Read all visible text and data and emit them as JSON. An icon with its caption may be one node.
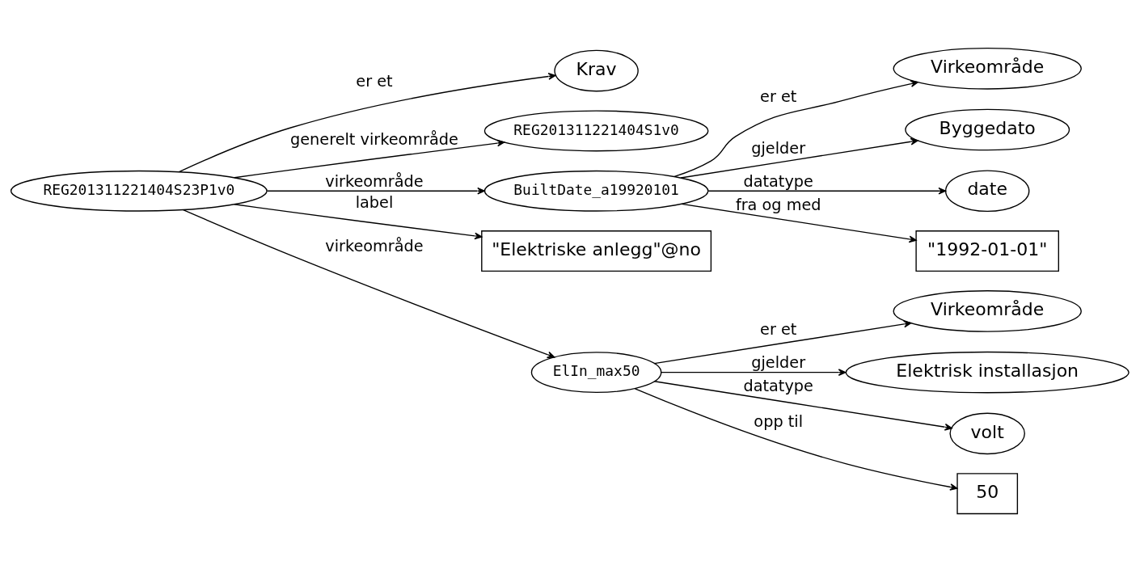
{
  "diagram": {
    "nodes": [
      {
        "text": [
          "REG201311221404S23P1v0"
        ]
      },
      {
        "text": [
          "Krav"
        ]
      },
      {
        "text": [
          "REG201311221404S1v0"
        ]
      },
      {
        "text": [
          "BuiltDate_a19920101"
        ]
      },
      {
        "text": [
          "\"Elektriske anlegg\"@no"
        ]
      },
      {
        "text": [
          "Virkeområde"
        ]
      },
      {
        "text": [
          "Byggedato"
        ]
      },
      {
        "text": [
          "date"
        ]
      },
      {
        "text": [
          "\"1992-01-01\""
        ]
      },
      {
        "text": [
          "ElIn_max50"
        ]
      },
      {
        "text": [
          "Virkeområde"
        ]
      },
      {
        "text": [
          "Elektrisk installasjon"
        ]
      },
      {
        "text": [
          "volt"
        ]
      },
      {
        "text": [
          "50"
        ]
      }
    ],
    "edges": [
      {
        "from": 0,
        "to": 1,
        "arrow": "to",
        "label": "er et"
      },
      {
        "from": 0,
        "to": 2,
        "arrow": "to",
        "label": "generelt virkeområde"
      },
      {
        "from": 0,
        "to": 3,
        "arrow": "to",
        "label": "virkeområde"
      },
      {
        "from": 0,
        "to": 4,
        "arrow": "to",
        "label": "label"
      },
      {
        "from": 0,
        "to": 9,
        "arrow": "to",
        "label": "virkeområde"
      },
      {
        "from": 3,
        "to": 5,
        "arrow": "to",
        "label": "er et"
      },
      {
        "from": 3,
        "to": 6,
        "arrow": "to",
        "label": "gjelder"
      },
      {
        "from": 3,
        "to": 7,
        "arrow": "to",
        "label": "datatype"
      },
      {
        "from": 3,
        "to": 8,
        "arrow": "to",
        "label": "fra og med"
      },
      {
        "from": 9,
        "to": 10,
        "arrow": "to",
        "label": "er et"
      },
      {
        "from": 9,
        "to": 11,
        "arrow": "to",
        "label": "gjelder"
      },
      {
        "from": 9,
        "to": 12,
        "arrow": "to",
        "label": "datatype"
      },
      {
        "from": 9,
        "to": 13,
        "arrow": "to",
        "label": "opp til"
      }
    ]
  }
}
